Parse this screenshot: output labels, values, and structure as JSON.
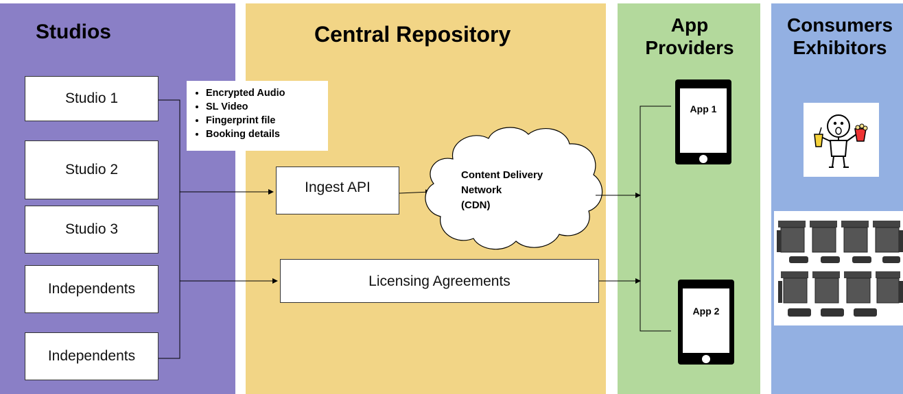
{
  "lanes": {
    "studios": "Studios",
    "central": "Central Repository",
    "apps_line1": "App",
    "apps_line2": "Providers",
    "consumers_line1": "Consumers",
    "consumers_line2": "Exhibitors"
  },
  "studio_boxes": [
    "Studio 1",
    "Studio 2",
    "Studio 3",
    "Independents",
    "Independents"
  ],
  "deliverables": [
    "Encrypted Audio",
    "SL Video",
    "Fingerprint file",
    "Booking details"
  ],
  "ingest_api": "Ingest API",
  "cdn": [
    "Content Delivery",
    "Network",
    "(CDN)"
  ],
  "licensing": "Licensing Agreements",
  "apps": [
    "App 1",
    "App 2"
  ],
  "icons": [
    "moviegoer-icon",
    "theater-seats-icon"
  ],
  "colors": {
    "studios_lane": "#8a7fc6",
    "central_lane": "#f2d586",
    "apps_lane": "#b3d99c",
    "consumers_lane": "#93b0e2"
  }
}
